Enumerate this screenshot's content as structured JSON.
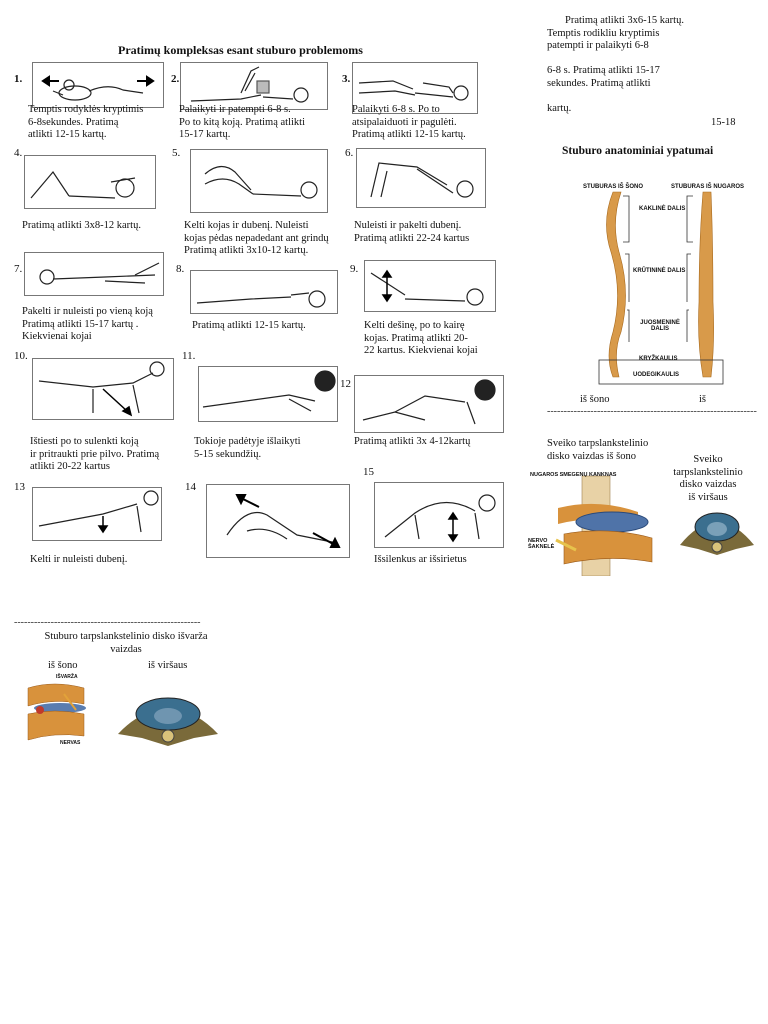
{
  "title": "Pratimų kompleksas esant stuburo problemoms",
  "side": {
    "top_text": "Pratimą atlikti 3x6-15 kartų.\nTemptis rodikliu kryptimis\npatempti ir palaikyti 6-8\n\n6-8 s. Pratimą atlikti 15-17\nsekundes. Pratimą atlikti\n\nkartų.",
    "top_num": "15-18",
    "heading": "Stuburo anatominiai ypatumai",
    "spine_labels": {
      "side": "STUBURAS IŠ ŠONO",
      "back": "STUBURAS IŠ NUGAROS",
      "cervical": "KAKLINĖ DALIS",
      "thoracic": "KRŪTININĖ DALIS",
      "lumbar": "JUOSMENINĖ DALIS",
      "sacral": "KRYŽKAULIS",
      "coccyx": "UODEGIKAULIS"
    },
    "view_side": "iš šono",
    "view_back": "iš",
    "dashes": "----------------------------------------------------------------",
    "healthy_side": "Sveiko tarpslankstelinio\ndisko vaizdas iš šono",
    "healthy_top": "Sveiko\ntarpslankstelinio\ndisko vaizdas\niš viršaus",
    "canal_label": "NUGAROS SMEGENŲ KANKNAS",
    "root_label": "NERVO\nŠAKNELĖ"
  },
  "bottom": {
    "dashes": "--------------------------------------------------------",
    "title": "Stuburo tarpslankstelinio disko išvarža\nvaizdas",
    "view_side": "iš šono",
    "view_top": "iš viršaus",
    "hernia_label": "IŠVARŽA",
    "nerve_label": "NERVAS"
  },
  "exercises": [
    {
      "num": "1.",
      "text": "Temptis rodyklės kryptimis\n6-8sekundes. Pratimą\natlikti 12-15 kartų."
    },
    {
      "num": "2.",
      "text": "Palaikyti ir patempti 6-8 s.\nPo to kitą koją. Pratimą atlikti\n15-17 kartų."
    },
    {
      "num": "3.",
      "text": "Palaikyti 6-8 s. Po to\natsipalaiduoti ir pagulėti.\nPratimą atlikti 12-15 kartų."
    },
    {
      "num": "4.",
      "text": "Pratimą atlikti 3x8-12 kartų."
    },
    {
      "num": "5.",
      "text": "Kelti kojas ir dubenį. Nuleisti\nkojas pėdas nepadedant ant grindų\nPratimą atlikti 3x10-12 kartų."
    },
    {
      "num": "6.",
      "text": "Nuleisti ir pakelti dubenį.\nPratimą atlikti 22-24 kartus"
    },
    {
      "num": "7.",
      "text": "Pakelti ir nuleisti po vieną koją\nPratimą atlikti 15-17 kartų .\nKiekvienai kojai"
    },
    {
      "num": "8.",
      "text": "Pratimą atlikti 12-15 kartų."
    },
    {
      "num": "9.",
      "text": "Kelti dešinę, po to kairę\nkojas. Pratimą atlikti 20-\n22 kartus. Kiekvienai kojai"
    },
    {
      "num": "10.",
      "text": "Ištiesti po to sulenkti koją\nir pritraukti prie pilvo. Pratimą\natlikti 20-22 kartus"
    },
    {
      "num": "11.",
      "text": "Tokioje padėtyje išlaikyti\n5-15 sekundžių."
    },
    {
      "num": "12",
      "text": "Pratimą atlikti 3x 4-12kartų"
    },
    {
      "num": "13",
      "text": "Kelti ir nuleisti dubenį."
    },
    {
      "num": "14",
      "text": ""
    },
    {
      "num": "15",
      "text": "Išsilenkus ar išsirietus"
    }
  ]
}
